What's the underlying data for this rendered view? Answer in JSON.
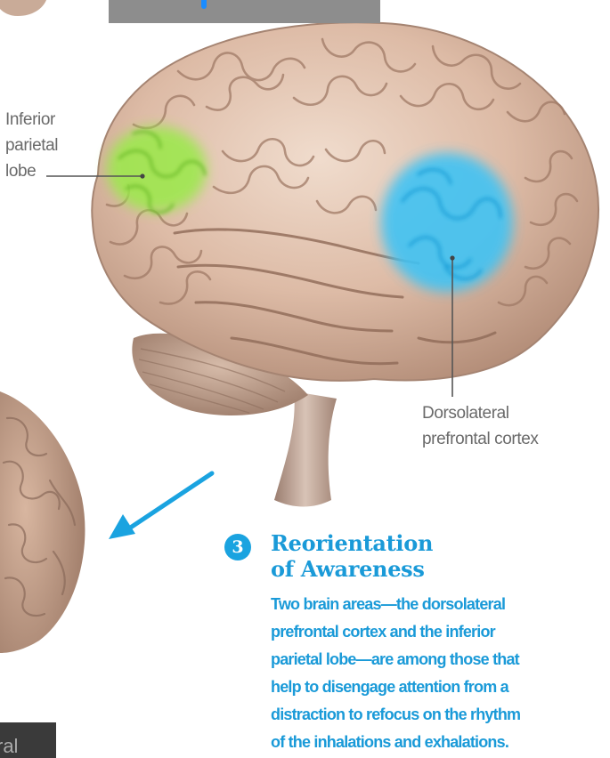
{
  "labels": {
    "inferior_parietal_lobe": [
      "Inferior",
      "parietal",
      "lobe"
    ],
    "dorsolateral_prefrontal_cortex": [
      "Dorsolateral",
      "prefrontal cortex"
    ]
  },
  "callout": {
    "number": "3",
    "title_lines": [
      "Reorientation",
      "of Awareness"
    ],
    "body_lines": [
      "Two brain areas—the dorsolateral",
      "prefrontal cortex and the inferior",
      "parietal lobe—are among those that",
      "help to disengage attention from a",
      "distraction to refocus on the rhythm",
      "of the inhalations and exhalations."
    ]
  },
  "bottom_tab": {
    "text": "ral"
  },
  "colors": {
    "accent": "#1a9ad8",
    "highlight_green": "#8fe23a",
    "highlight_blue": "#3ec2f2",
    "brain_tissue": "#d9b7a0",
    "label_gray": "#6a6a6a"
  }
}
